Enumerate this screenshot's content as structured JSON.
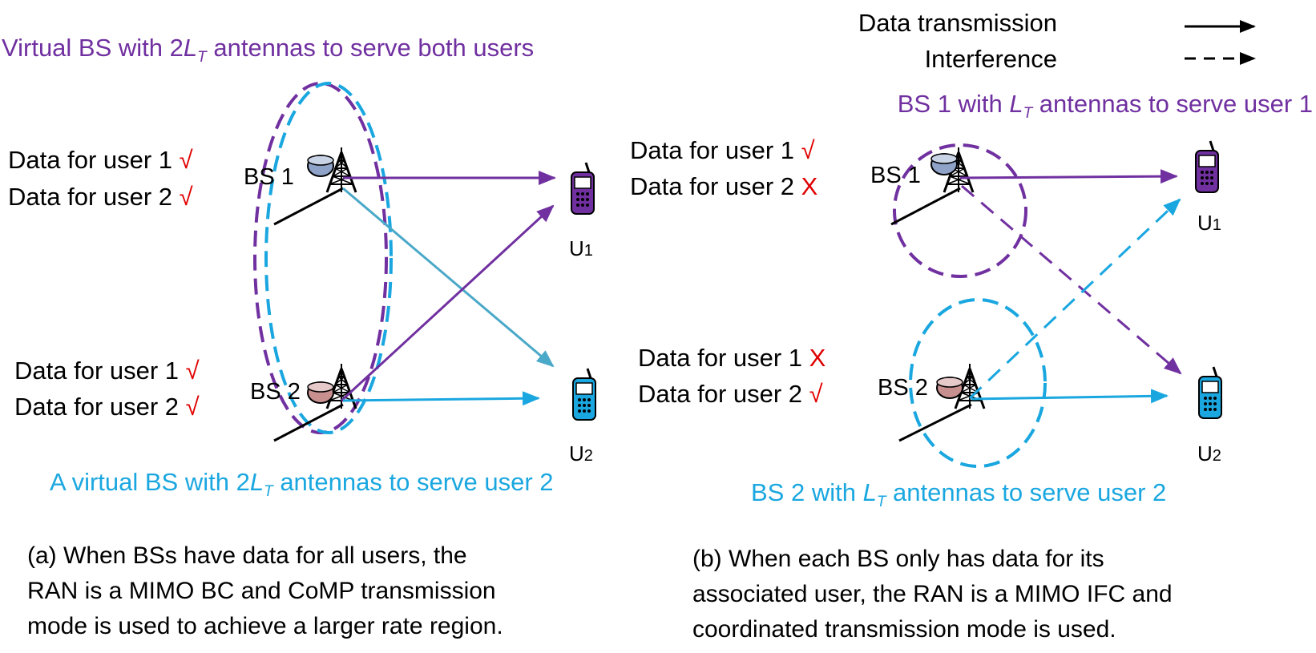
{
  "legend": {
    "data_transmission": "Data transmission",
    "interference": "Interference"
  },
  "panel_a": {
    "virtual_bs_top": {
      "pre": "Virtual BS with 2",
      "var": "L",
      "sub": "T",
      "post": " antennas to serve both users"
    },
    "bs1_data": [
      {
        "text": "Data for user 1 ",
        "mark": "√"
      },
      {
        "text": "Data for user 2 ",
        "mark": "√"
      }
    ],
    "bs2_data": [
      {
        "text": "Data for user 1 ",
        "mark": "√"
      },
      {
        "text": "Data for user 2 ",
        "mark": "√"
      }
    ],
    "bs1_label": "BS 1",
    "bs2_label": "BS 2",
    "u1_label": "U",
    "u1_sub": "1",
    "u2_label": "U",
    "u2_sub": "2",
    "virtual_bs_bottom": {
      "pre": "A virtual BS with 2",
      "var": "L",
      "sub": "T",
      "post": " antennas to serve user 2"
    },
    "caption": [
      "(a) When BSs have data for all users, the",
      "RAN is a MIMO BC and CoMP transmission",
      "mode is used to achieve a larger rate region."
    ]
  },
  "panel_b": {
    "bs1_serve": {
      "pre": "BS 1 with ",
      "var": "L",
      "sub": "T",
      "post": " antennas to serve user 1"
    },
    "bs1_data": [
      {
        "text": "Data for user 1 ",
        "mark": "√"
      },
      {
        "text": "Data for user 2 ",
        "mark": "X"
      }
    ],
    "bs2_data": [
      {
        "text": "Data for user 1 ",
        "mark": "X"
      },
      {
        "text": "Data for user 2 ",
        "mark": "√"
      }
    ],
    "bs1_label": "BS 1",
    "bs2_label": "BS 2",
    "u1_label": "U",
    "u1_sub": "1",
    "u2_label": "U",
    "u2_sub": "2",
    "bs2_serve": {
      "pre": "BS 2 with  ",
      "var": "L",
      "sub": "T",
      "post": "  antennas to serve user 2"
    },
    "caption": [
      "(b) When each BS only has data for its",
      "associated user, the RAN is a MIMO IFC and",
      "coordinated transmission mode is used."
    ]
  },
  "colors": {
    "purple": "#7030a0",
    "cyan": "#1aa7e0",
    "teal": "#4aa8c8",
    "red": "#e00000",
    "black": "#000000"
  },
  "icons": [
    "base-station-icon",
    "tower-icon",
    "cell-phone-icon"
  ]
}
